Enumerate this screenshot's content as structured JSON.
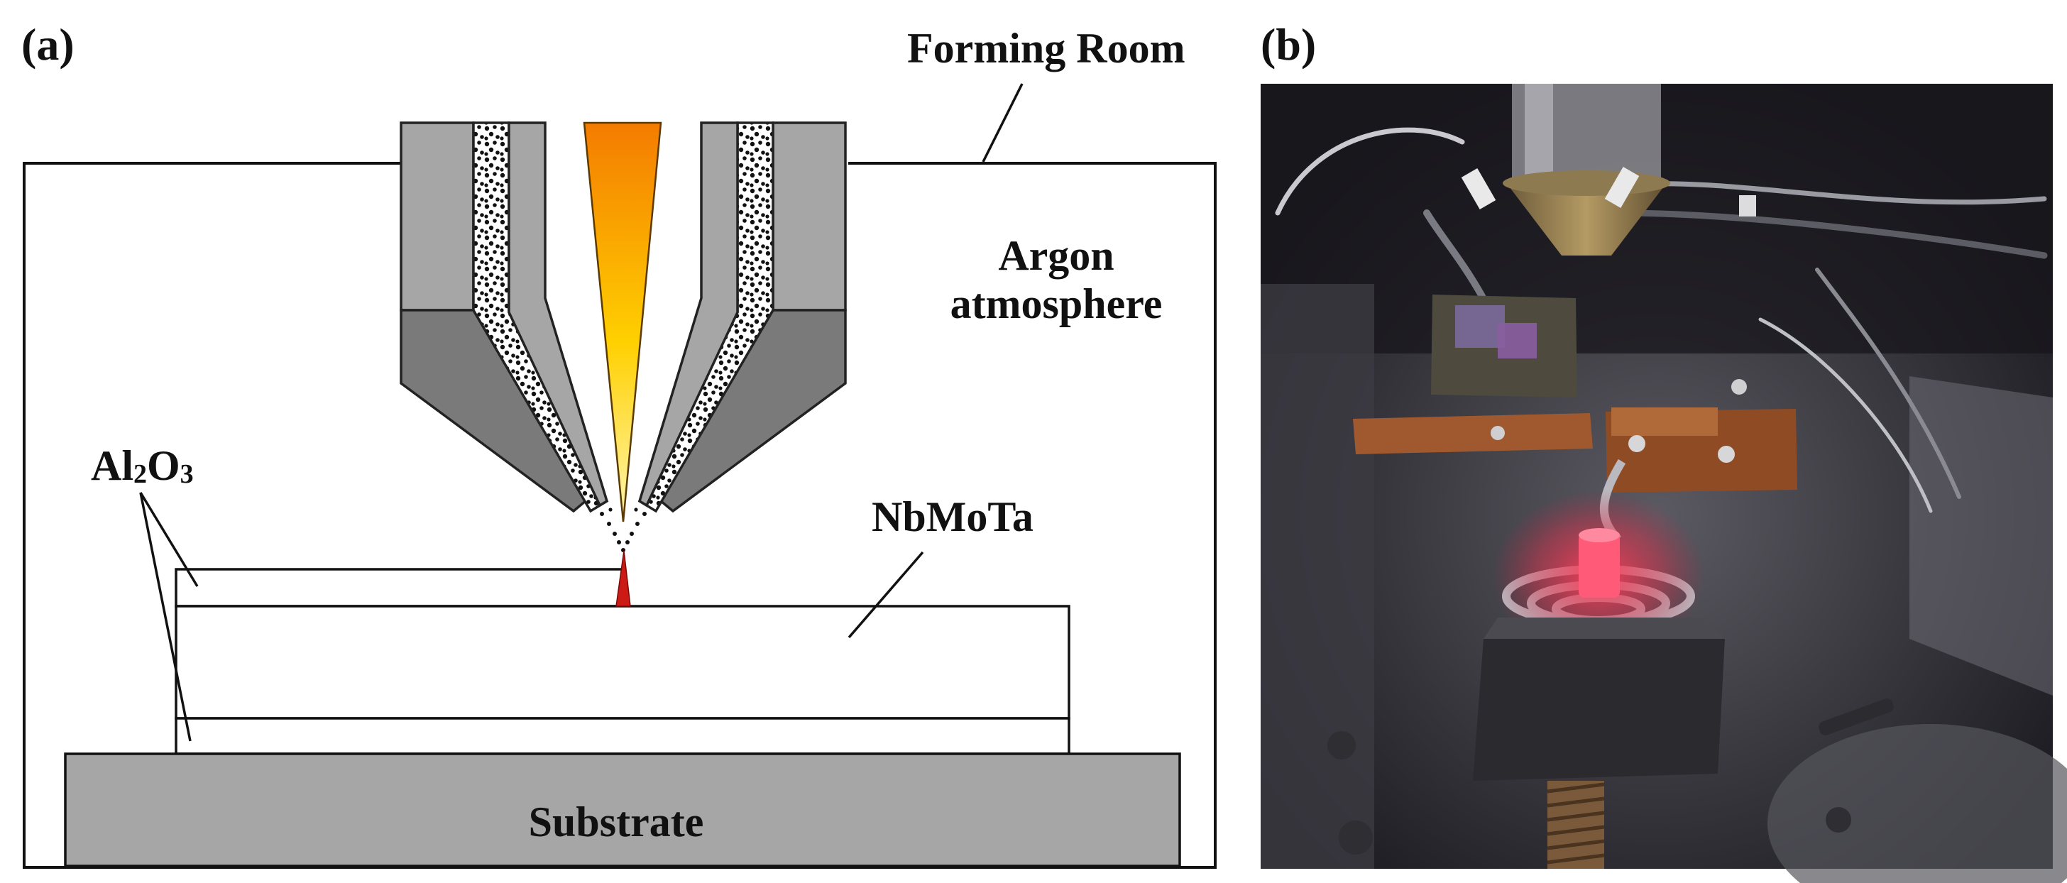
{
  "panel_a": {
    "label": "(a)",
    "forming_room": "Forming Room",
    "argon_line1": "Argon",
    "argon_line2": "atmosphere",
    "al2o3_al": "Al",
    "al2o3_2": "2",
    "al2o3_o": "O",
    "al2o3_3": "3",
    "nbmota": "NbMoTa",
    "substrate": "Substrate"
  },
  "panel_b": {
    "label": "(b)"
  },
  "colors": {
    "nozzle_light": "#a6a6a6",
    "nozzle_dark": "#7a7a7a",
    "substrate": "#a6a6a6",
    "melt_pool": "#cc1a14",
    "laser_top": "#f47b00",
    "laser_mid": "#ffd000",
    "laser_bottom": "#fff6b0",
    "glow": "#ff3f5a"
  }
}
